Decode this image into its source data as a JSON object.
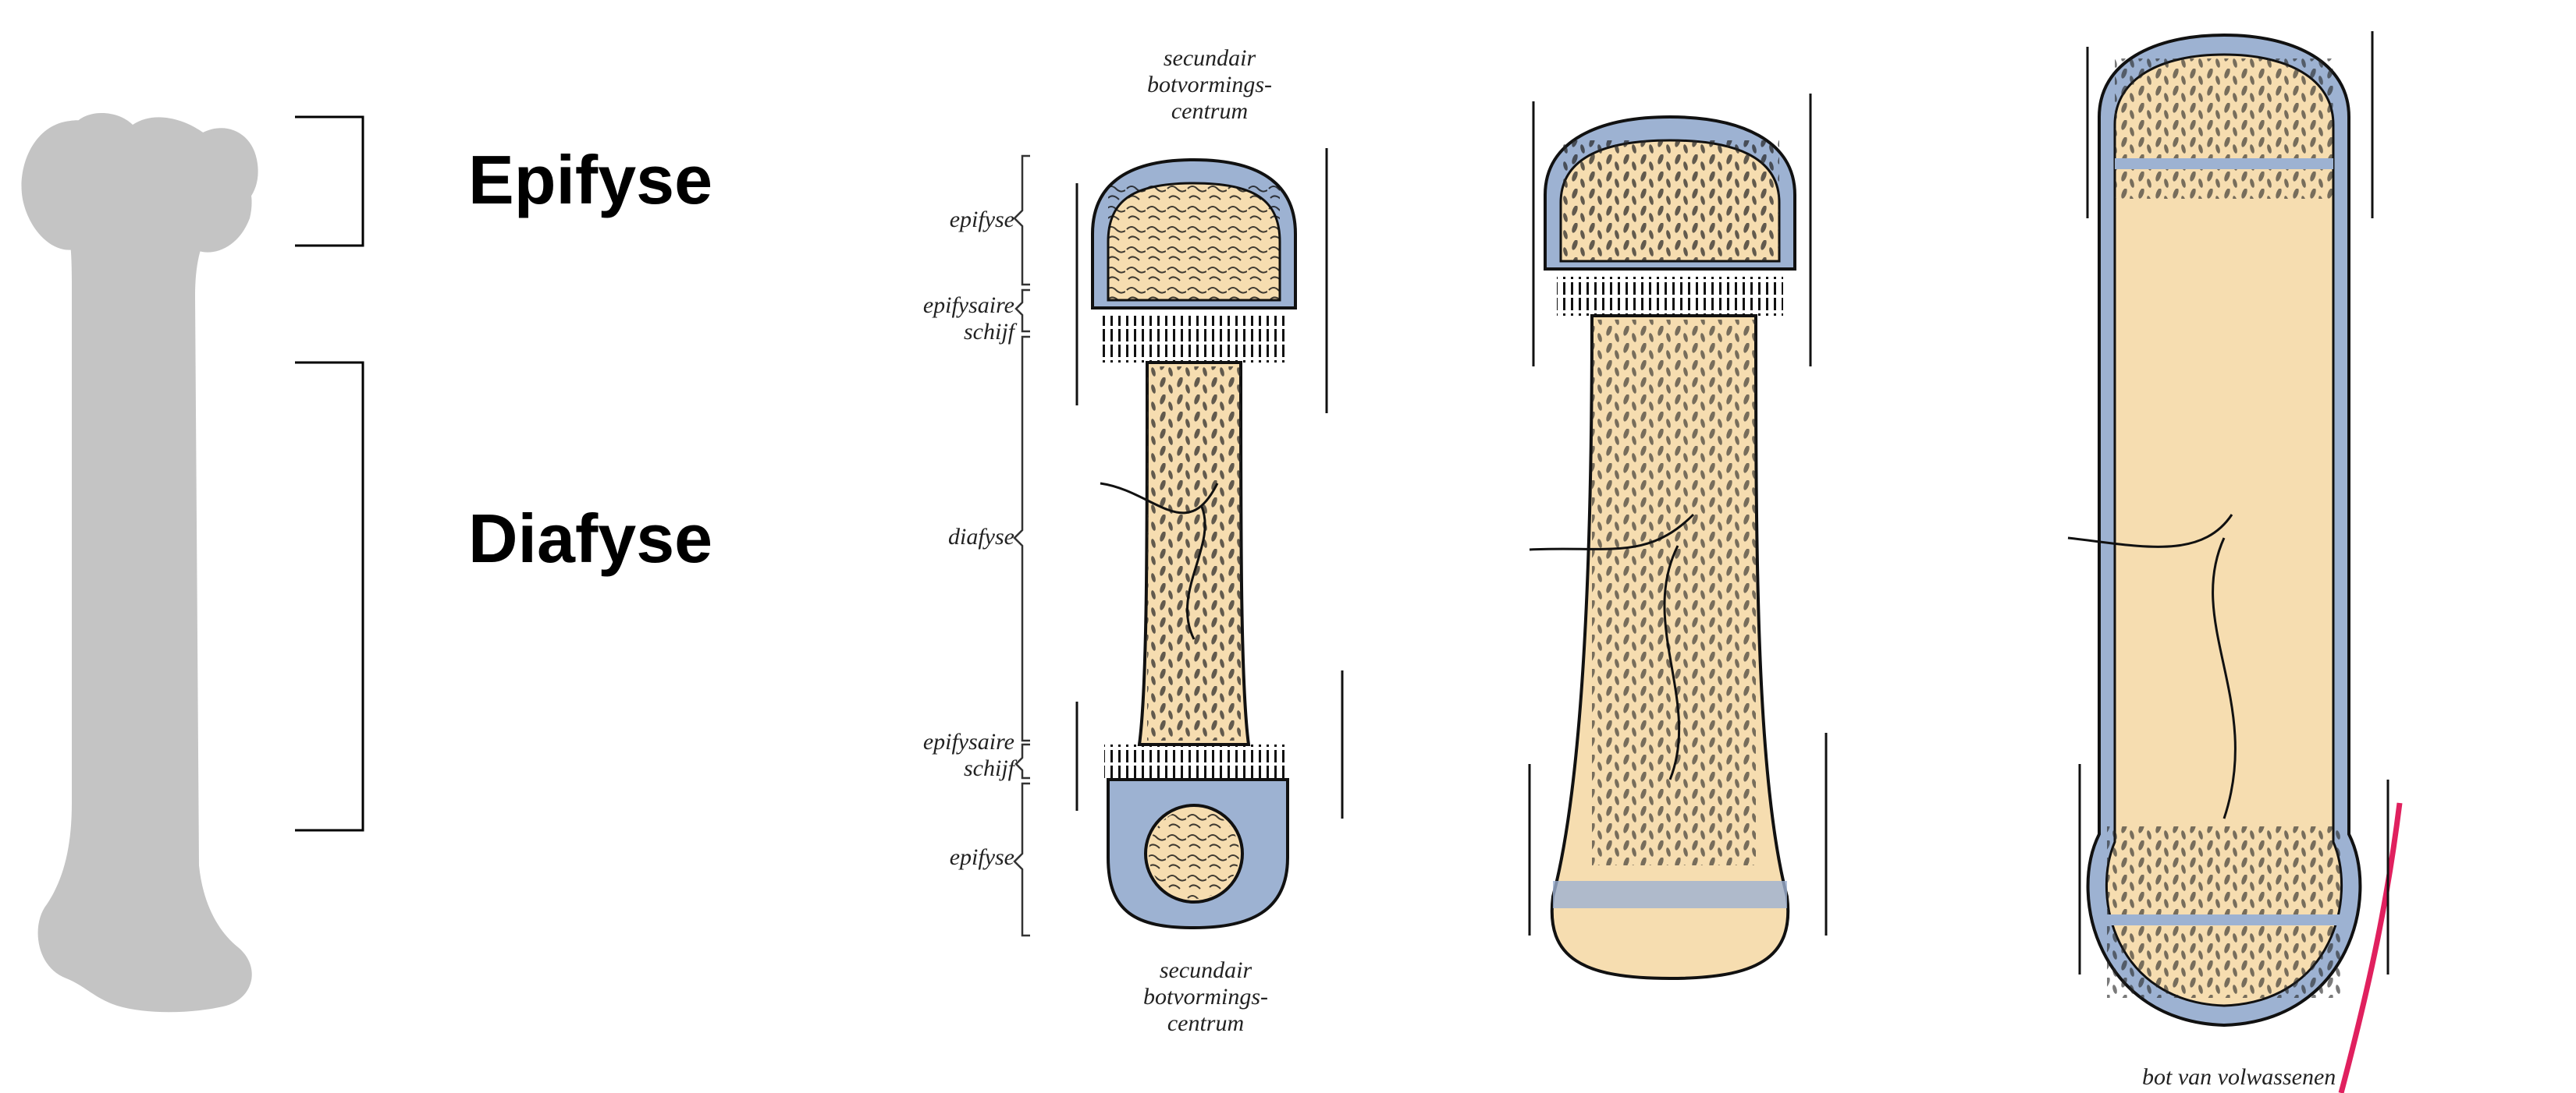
{
  "labels": {
    "epiphysis_big": "Epifyse",
    "diaphysis_big": "Diafyse"
  },
  "diagram": {
    "top_note": [
      "secundair",
      "botvormings-",
      "centrum"
    ],
    "bottom_note": [
      "secundair",
      "botvormings-",
      "centrum"
    ],
    "side_labels": {
      "epifyse_top": "epifyse",
      "plate_top": [
        "epifysaire",
        "schijf"
      ],
      "diafyse": "diafyse",
      "plate_bottom": [
        "epifysaire",
        "schijf"
      ],
      "epifyse_bottom": "epifyse"
    },
    "adult_caption": "bot van volwassenen"
  },
  "colors": {
    "bone_silhouette": "#c4c4c4",
    "bone_fill": "#f6ddb0",
    "cartilage_blue": "#9db2d2",
    "line": "#111111",
    "pointer": "#e0205e"
  }
}
